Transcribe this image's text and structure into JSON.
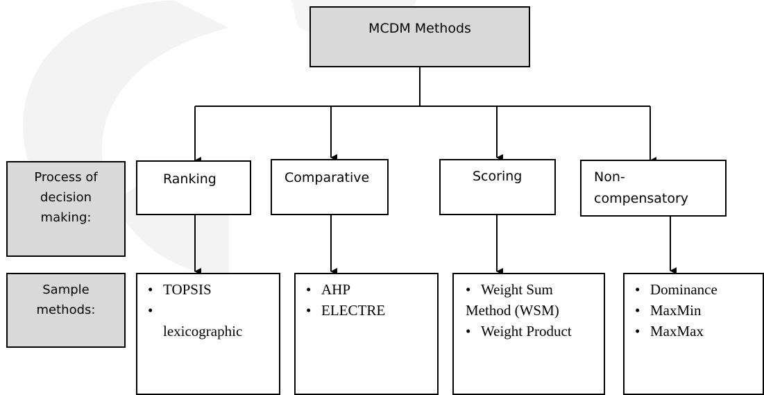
{
  "root": {
    "label": "MCDM Methods"
  },
  "rows": {
    "process_label": [
      "Process of",
      "decision",
      "making:"
    ],
    "sample_label": [
      "Sample",
      "methods:"
    ]
  },
  "categories": [
    {
      "label_lines": [
        "Ranking"
      ]
    },
    {
      "label_lines": [
        "Comparative"
      ]
    },
    {
      "label_lines": [
        "Scoring"
      ]
    },
    {
      "label_lines": [
        "Non-",
        "compensatory"
      ]
    }
  ],
  "methods": [
    {
      "items": [
        "TOPSIS",
        "lexicographic"
      ]
    },
    {
      "items": [
        "AHP",
        "ELECTRE"
      ]
    },
    {
      "items": [
        "Weight Sum Method (WSM)",
        "Weight Product"
      ]
    },
    {
      "items": [
        "Dominance",
        "MaxMin",
        "MaxMax"
      ]
    }
  ],
  "colors": {
    "box_fill_grey": "#d9d9d9",
    "line": "#000000",
    "watermark": "#f2f2f2"
  }
}
